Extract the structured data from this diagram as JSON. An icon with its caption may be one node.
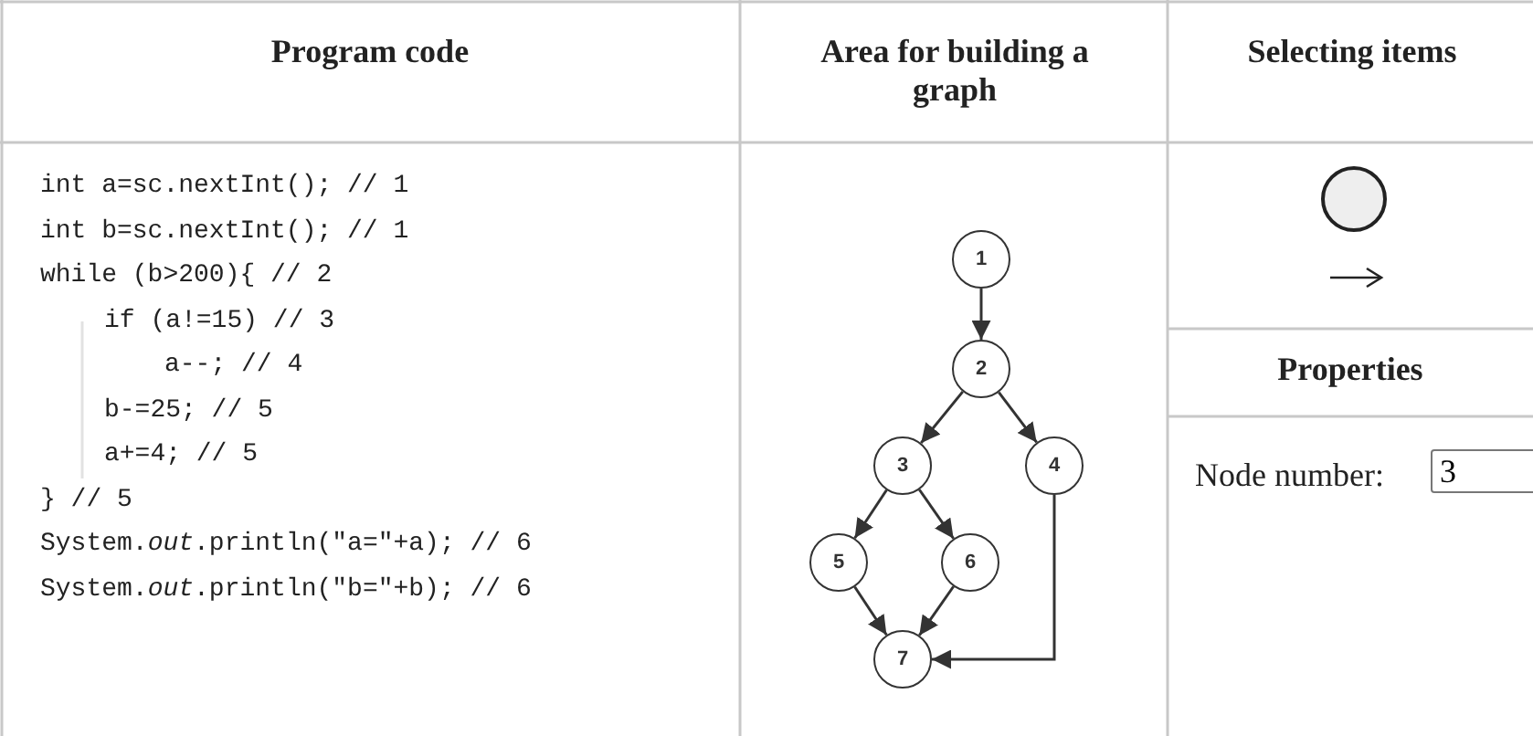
{
  "diagram": {
    "nodes": [
      {
        "text": [
          "1"
        ]
      },
      {
        "text": [
          "2"
        ]
      },
      {
        "text": [
          "3"
        ]
      },
      {
        "text": [
          "4"
        ]
      },
      {
        "text": [
          "5"
        ]
      },
      {
        "text": [
          "6"
        ]
      },
      {
        "text": [
          "7"
        ]
      }
    ],
    "edges": [
      {
        "from": 0,
        "to": 1,
        "arrow": "to"
      },
      {
        "from": 1,
        "to": 2,
        "arrow": "to"
      },
      {
        "from": 1,
        "to": 3,
        "arrow": "to"
      },
      {
        "from": 2,
        "to": 4,
        "arrow": "to"
      },
      {
        "from": 2,
        "to": 5,
        "arrow": "to"
      },
      {
        "from": 4,
        "to": 6,
        "arrow": "to"
      },
      {
        "from": 5,
        "to": 6,
        "arrow": "to"
      },
      {
        "from": 3,
        "to": 6,
        "arrow": "to"
      }
    ],
    "labels": [
      "Program code",
      "Area for building a graph",
      "Selecting items",
      "int a=sc.nextInt(); // 1",
      "int b=sc.nextInt(); // 1",
      "while (b>200){ // 2",
      "if (a!=15) // 3",
      "a--; // 4",
      "b-=25; // 5",
      "a+=4; // 5",
      "} // 5",
      "System.*out*.println(\"a=\"+a); // 6",
      "System.*out*.println(\"b=\"+b); // 6",
      "Properties",
      "Node number:",
      "3"
    ]
  }
}
